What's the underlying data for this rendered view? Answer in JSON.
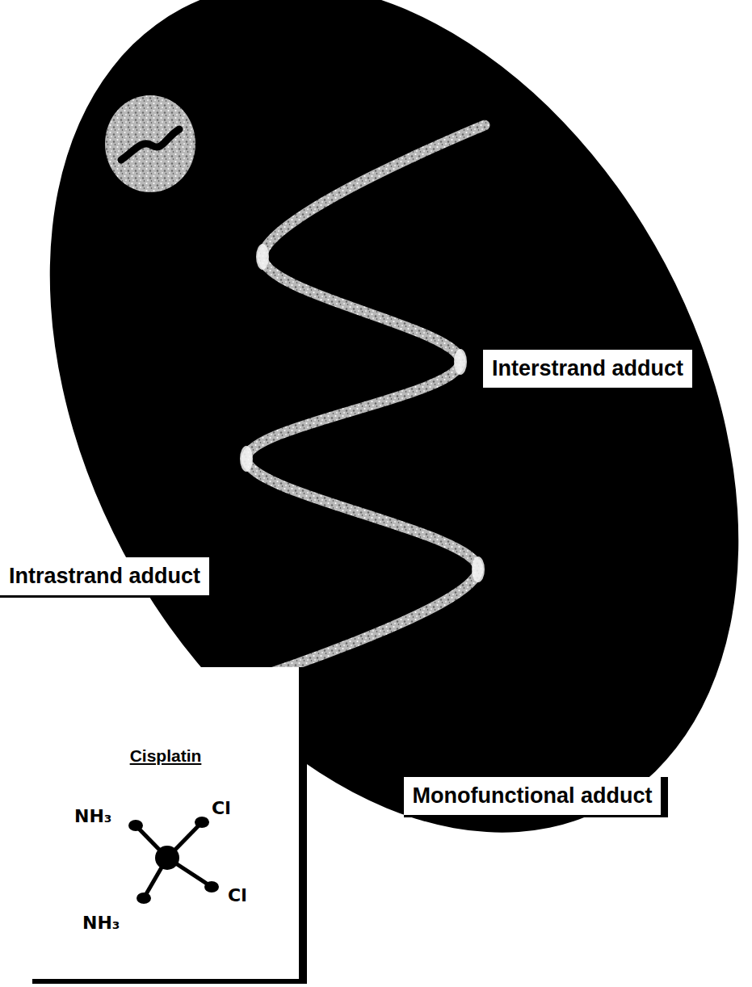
{
  "diagram": {
    "nodes": [
      {
        "text": [
          "Interstrand adduct"
        ]
      },
      {
        "text": [
          "Intrastrand adduct"
        ]
      },
      {
        "text": [
          "Monofunctional adduct"
        ]
      },
      {
        "text": [
          "Cisplatin"
        ]
      }
    ],
    "labels": [
      "NH₃",
      "Cl",
      "NH₃",
      "Cl"
    ]
  }
}
